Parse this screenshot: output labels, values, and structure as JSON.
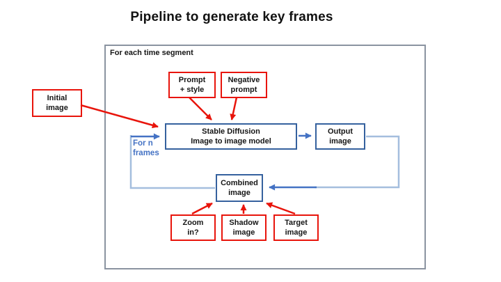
{
  "title": "Pipeline to generate key frames",
  "group_label": "For each time segment",
  "loop_label": "For n\nframes",
  "nodes": {
    "initial": {
      "label": "Initial\nimage",
      "style": "red"
    },
    "prompt_style": {
      "label": "Prompt\n+ style",
      "style": "red"
    },
    "negative_prompt": {
      "label": "Negative\nprompt",
      "style": "red"
    },
    "stable_diffusion": {
      "label": "Stable Diffusion\nImage to image model",
      "style": "blue"
    },
    "output": {
      "label": "Output\nimage",
      "style": "blue"
    },
    "combined": {
      "label": "Combined\nimage",
      "style": "blue"
    },
    "zoom_in": {
      "label": "Zoom\nin?",
      "style": "red"
    },
    "shadow": {
      "label": "Shadow\nimage",
      "style": "red"
    },
    "target": {
      "label": "Target\nimage",
      "style": "red"
    }
  },
  "edges": [
    {
      "from": "initial",
      "to": "stable_diffusion",
      "color": "red"
    },
    {
      "from": "prompt_style",
      "to": "stable_diffusion",
      "color": "red"
    },
    {
      "from": "negative_prompt",
      "to": "stable_diffusion",
      "color": "red"
    },
    {
      "from": "stable_diffusion",
      "to": "output",
      "color": "blue"
    },
    {
      "from": "output",
      "to": "combined",
      "color": "blue"
    },
    {
      "from": "combined",
      "to": "stable_diffusion",
      "color": "blue",
      "label": "For n frames"
    },
    {
      "from": "zoom_in",
      "to": "combined",
      "color": "red"
    },
    {
      "from": "shadow",
      "to": "combined",
      "color": "red"
    },
    {
      "from": "target",
      "to": "combined",
      "color": "red"
    }
  ],
  "colors": {
    "red": "#e8140b",
    "node_border_blue": "#35619e",
    "arrow_blue": "#4472c4",
    "light_blue": "#a4bede",
    "outer_border": "#8a93a0",
    "loop_text_blue": "#4472c4"
  }
}
